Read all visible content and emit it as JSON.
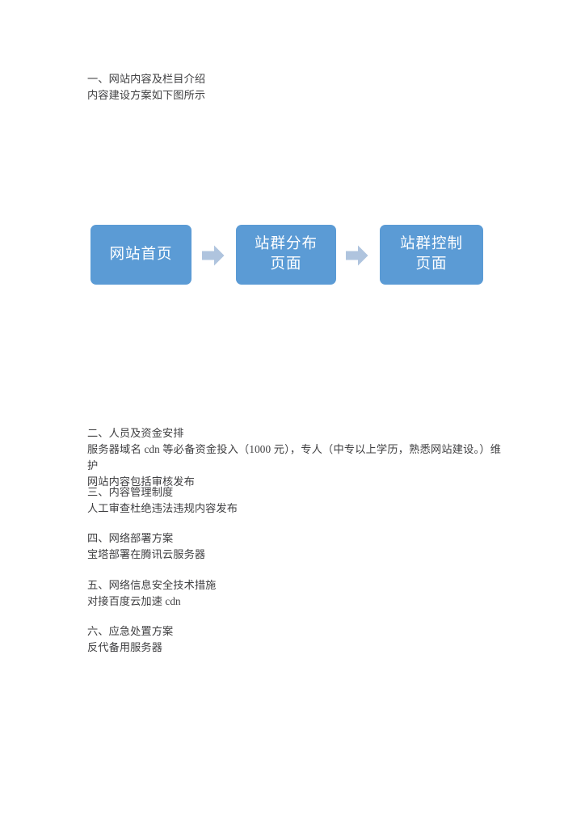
{
  "document": {
    "background_color": "#ffffff",
    "text_color": "#3f3f41"
  },
  "sections": {
    "intro": {
      "heading": "一、网站内容及栏目介绍",
      "line": "内容建设方案如下图所示"
    },
    "section_2": {
      "heading": "二、人员及资金安排",
      "line1": "服务器域名 cdn 等必备资金投入（1000 元），专人（中专以上学历，熟悉网站建设。）维护",
      "line2": "网站内容包括审核发布"
    },
    "section_3": {
      "heading": "三、内容管理制度",
      "line": "人工审查杜绝违法违规内容发布"
    },
    "section_4": {
      "heading": "四、网络部署方案",
      "line": "宝塔部署在腾讯云服务器"
    },
    "section_5": {
      "heading": "五、网络信息安全技术措施",
      "line": "对接百度云加速 cdn"
    },
    "section_6": {
      "heading": "六、应急处置方案",
      "line": "反代备用服务器"
    }
  },
  "diagram": {
    "box_fill_color": "#5b9bd5",
    "box_text_color": "#ffffff",
    "arrow_color": "#afc4de",
    "boxes": [
      {
        "label": "网站首页"
      },
      {
        "label": "站群分布\n页面"
      },
      {
        "label": "站群控制\n页面"
      }
    ],
    "arrows": [
      {
        "name": "arrow-right-icon"
      },
      {
        "name": "arrow-right-icon"
      }
    ]
  }
}
